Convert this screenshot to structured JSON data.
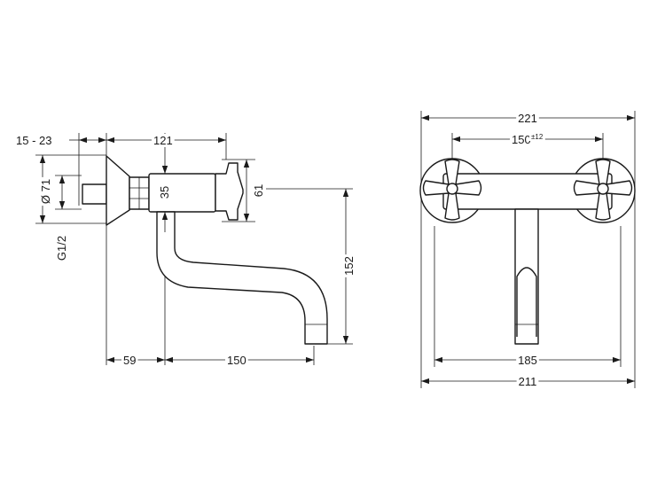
{
  "side_view": {
    "dims": {
      "wall_thickness": "15 - 23",
      "depth": "121",
      "flange_diameter": "Ø 71",
      "thread": "G1/2",
      "body_height": "35",
      "handle_height": "61",
      "spout_height": "152",
      "spout_offset": "59",
      "spout_reach": "150"
    }
  },
  "front_view": {
    "dims": {
      "overall_width": "221",
      "center_distance": "150",
      "center_tolerance": "±12",
      "inner_width": "185",
      "body_width": "211"
    }
  }
}
